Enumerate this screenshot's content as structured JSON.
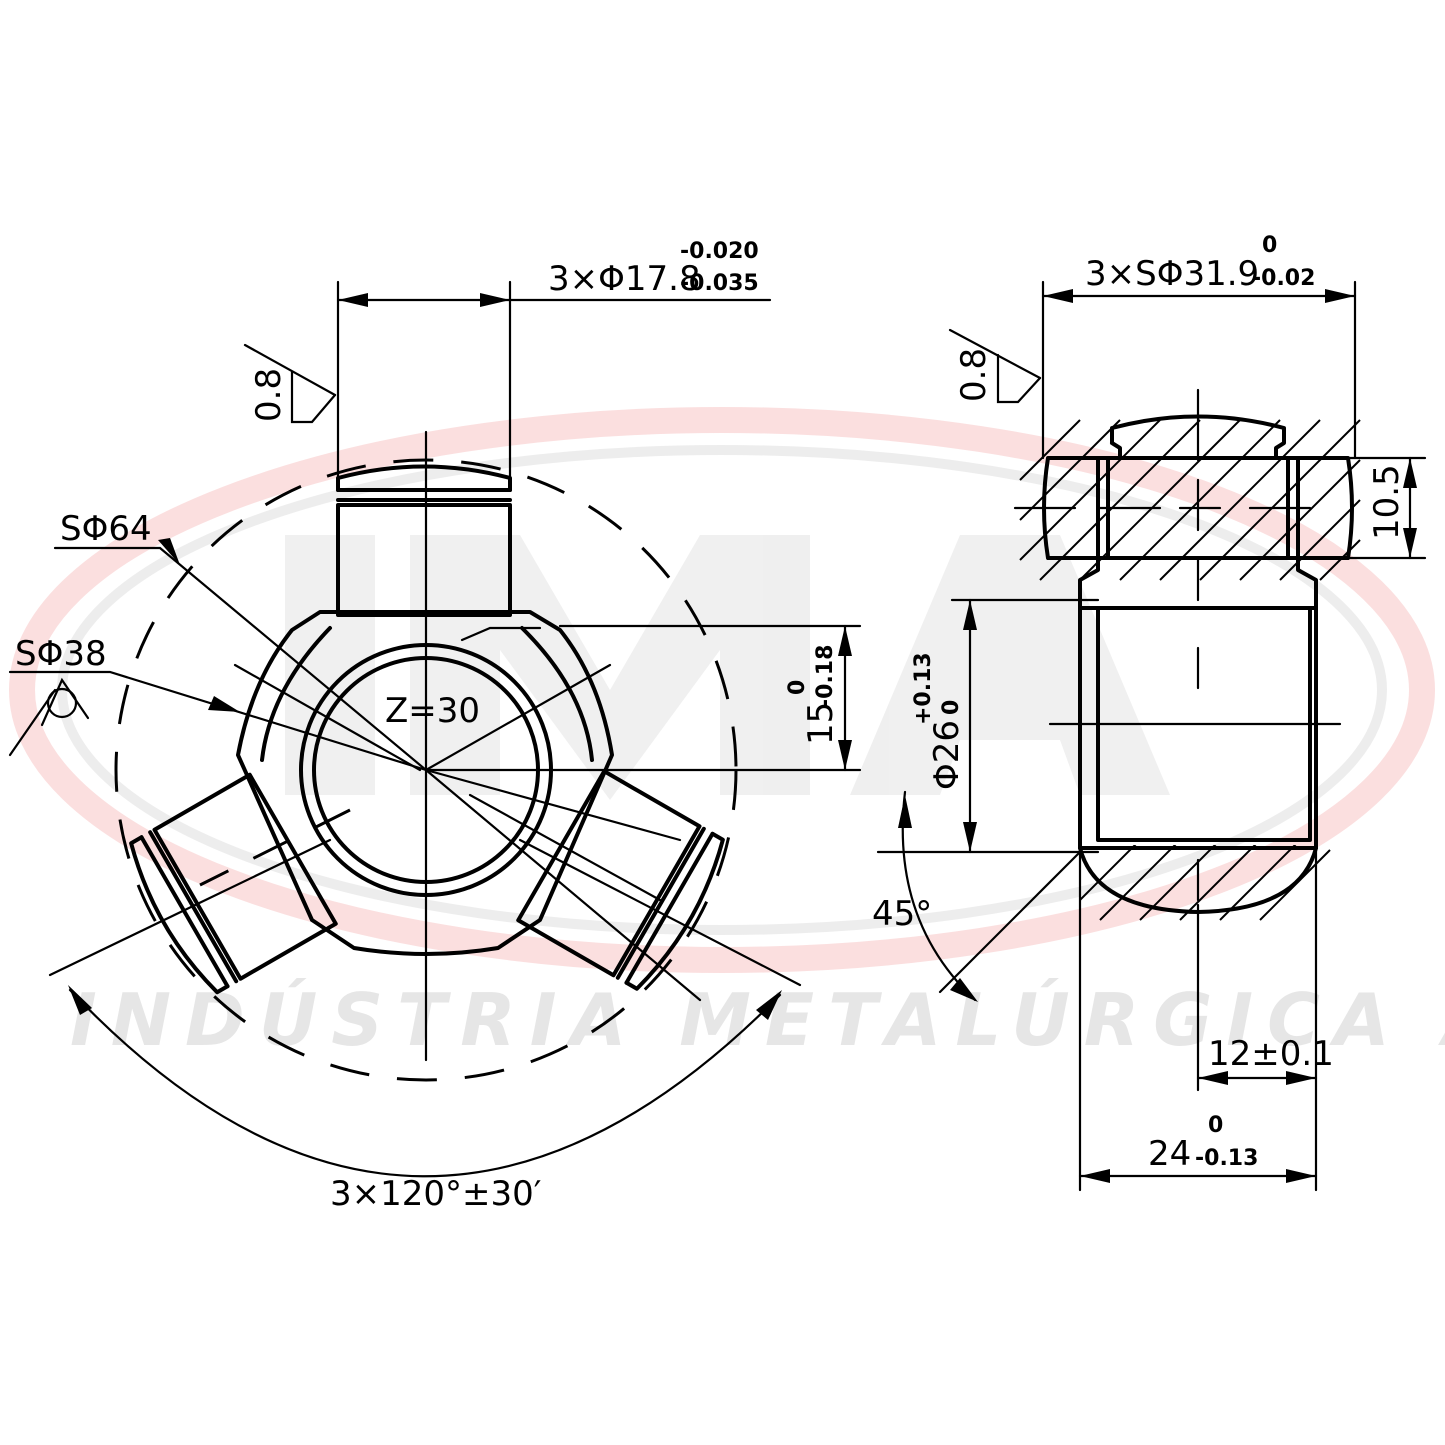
{
  "watermark": {
    "company": "INDÚSTRIA METALÚRGICA ALLI",
    "accent_color": "#e53935",
    "logo_color": "#ededed"
  },
  "front_view": {
    "pin_diameter": {
      "base": "3×Φ17.8",
      "upper": "-0.020",
      "lower": "-0.035"
    },
    "roughness": "0.8",
    "sphere_outer": "SΦ64",
    "sphere_inner": "SΦ38",
    "spline_teeth": "Z=30",
    "height_dim": {
      "base": "15",
      "upper": "0",
      "lower": "-0.18"
    },
    "angle_dim": "3×120°±30′"
  },
  "side_view": {
    "ball_diameter": {
      "base": "3×SΦ31.9",
      "upper": "0",
      "lower": "-0.02"
    },
    "roughness": "0.8",
    "trunnion_width": "10.5",
    "bore_diameter": {
      "base": "Φ26",
      "upper": "+0.13",
      "lower": "0"
    },
    "chamfer_angle": "45°",
    "offset_dim": "12±0.1",
    "width_dim": {
      "base": "24",
      "upper": "0",
      "lower": "-0.13"
    }
  }
}
